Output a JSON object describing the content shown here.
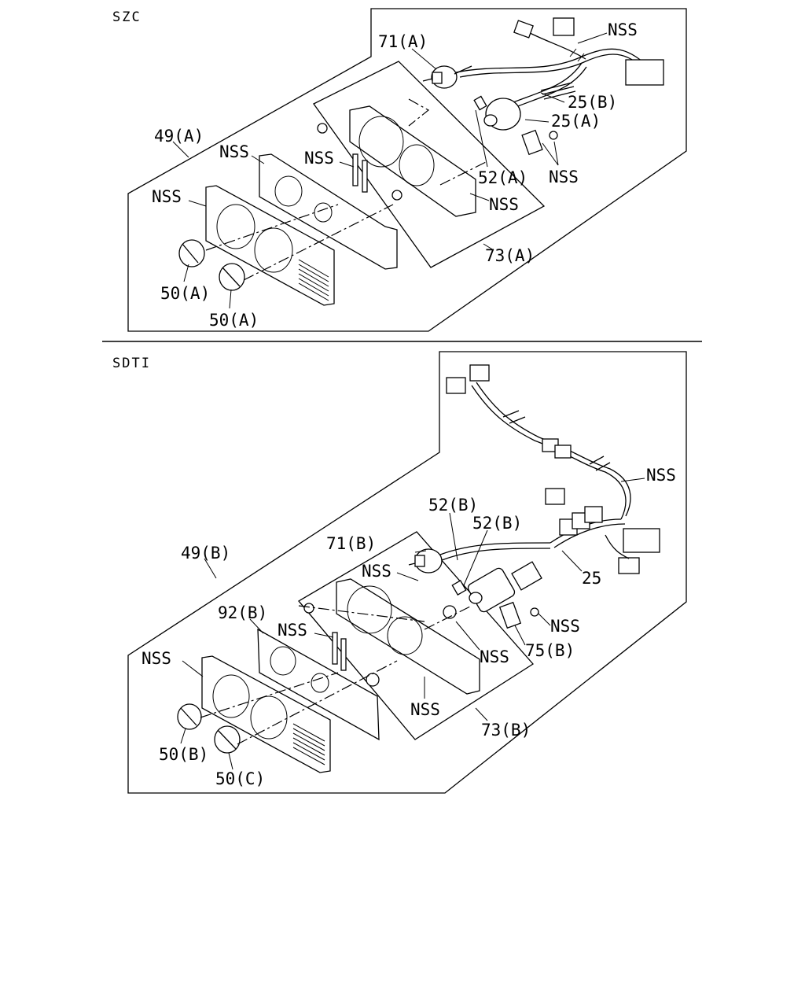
{
  "sections": [
    {
      "code": "SZC",
      "callouts": [
        {
          "id": "71a",
          "text": "71(A)"
        },
        {
          "id": "49a",
          "text": "49(A)"
        },
        {
          "id": "nss-harness-a",
          "text": "NSS"
        },
        {
          "id": "25b",
          "text": "25(B)"
        },
        {
          "id": "25a",
          "text": "25(A)"
        },
        {
          "id": "nss-frame-a",
          "text": "NSS"
        },
        {
          "id": "nss-clip-a",
          "text": "NSS"
        },
        {
          "id": "52a",
          "text": "52(A)"
        },
        {
          "id": "nss-screw-a",
          "text": "NSS"
        },
        {
          "id": "nss-bracket-a",
          "text": "NSS"
        },
        {
          "id": "nss-bezel-a",
          "text": "NSS"
        },
        {
          "id": "73a",
          "text": "73(A)"
        },
        {
          "id": "50a-1",
          "text": "50(A)"
        },
        {
          "id": "50a-2",
          "text": "50(A)"
        }
      ]
    },
    {
      "code": "SDTI",
      "callouts": [
        {
          "id": "nss-harness-b",
          "text": "NSS"
        },
        {
          "id": "52b-1",
          "text": "52(B)"
        },
        {
          "id": "52b-2",
          "text": "52(B)"
        },
        {
          "id": "71b",
          "text": "71(B)"
        },
        {
          "id": "49b",
          "text": "49(B)"
        },
        {
          "id": "nss-wire-b",
          "text": "NSS"
        },
        {
          "id": "25",
          "text": "25"
        },
        {
          "id": "92b",
          "text": "92(B)"
        },
        {
          "id": "nss-clip-b",
          "text": "NSS"
        },
        {
          "id": "nss-screw-b",
          "text": "NSS"
        },
        {
          "id": "75b",
          "text": "75(B)"
        },
        {
          "id": "nss-bezel-b",
          "text": "NSS"
        },
        {
          "id": "nss-bracket-b",
          "text": "NSS"
        },
        {
          "id": "nss-frame-b",
          "text": "NSS"
        },
        {
          "id": "73b",
          "text": "73(B)"
        },
        {
          "id": "50b",
          "text": "50(B)"
        },
        {
          "id": "50c",
          "text": "50(C)"
        }
      ]
    }
  ]
}
